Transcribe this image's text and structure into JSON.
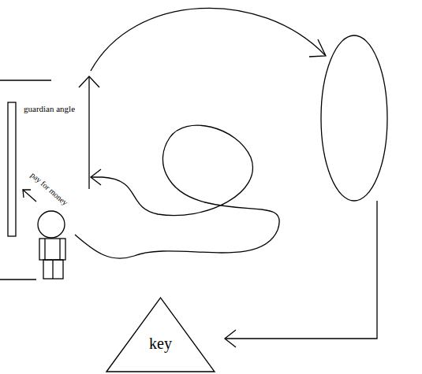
{
  "diagram": {
    "nodes": [
      {
        "text": [
          "key"
        ]
      }
    ],
    "labels": [
      "guardian angle",
      "pay for money"
    ]
  }
}
